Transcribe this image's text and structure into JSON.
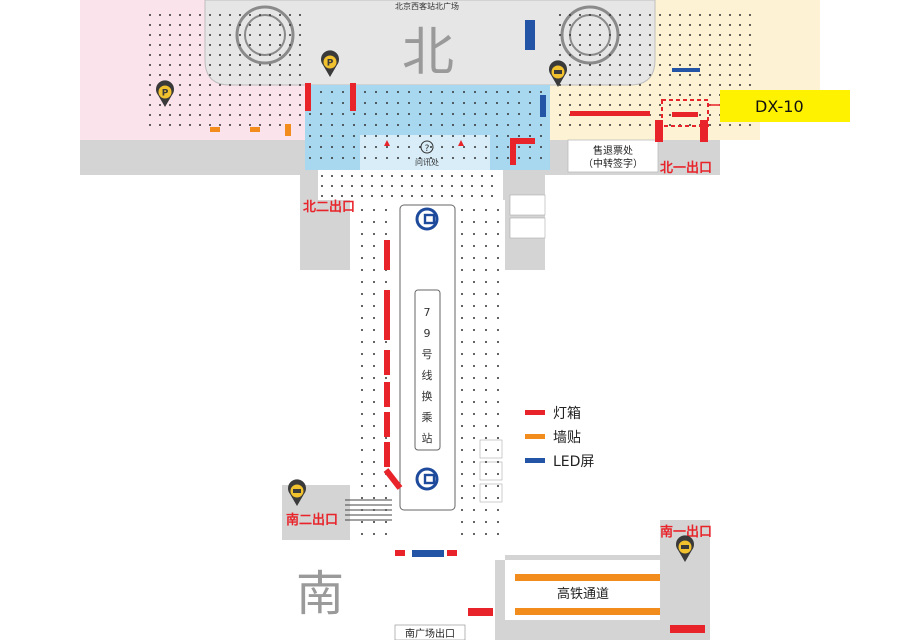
{
  "header": {
    "plaza_title": "北京西客站北广场"
  },
  "compass": {
    "north": "北",
    "south": "南"
  },
  "callout": {
    "code": "DX-10"
  },
  "exits": {
    "north_one": "北一出口",
    "north_two": "北二出口",
    "south_one": "南一出口",
    "south_two": "南二出口",
    "south_plaza": "南广场出口"
  },
  "facilities": {
    "info_desk": "问讯处",
    "info_symbol": "?",
    "ticket_office": "售退票处",
    "ticket_office_sub": "（中转签字）",
    "hsr_corridor": "高铁通道",
    "line_transfer": [
      "7",
      "9",
      "号",
      "线",
      "换",
      "乘",
      "站"
    ]
  },
  "legend": [
    {
      "label": "灯箱",
      "color": "#e8232a"
    },
    {
      "label": "墙贴",
      "color": "#f28c1c"
    },
    {
      "label": "LED屏",
      "color": "#2454a6"
    }
  ],
  "colors": {
    "north_hall": "#a8d8f0",
    "west_zone": "#fbe3ec",
    "east_zone": "#fdf3d4",
    "background": "#d4d4d4",
    "callout_bg": "#fff200",
    "metro_logo": "#1e4a9c",
    "parking_pin": "#3a3a3a",
    "parking_pin_fill": "#f2c12e"
  },
  "icons": {
    "parking": "parking-pin-icon",
    "taxi": "taxi-pin-icon",
    "metro": "metro-logo-icon",
    "info": "question-icon"
  }
}
